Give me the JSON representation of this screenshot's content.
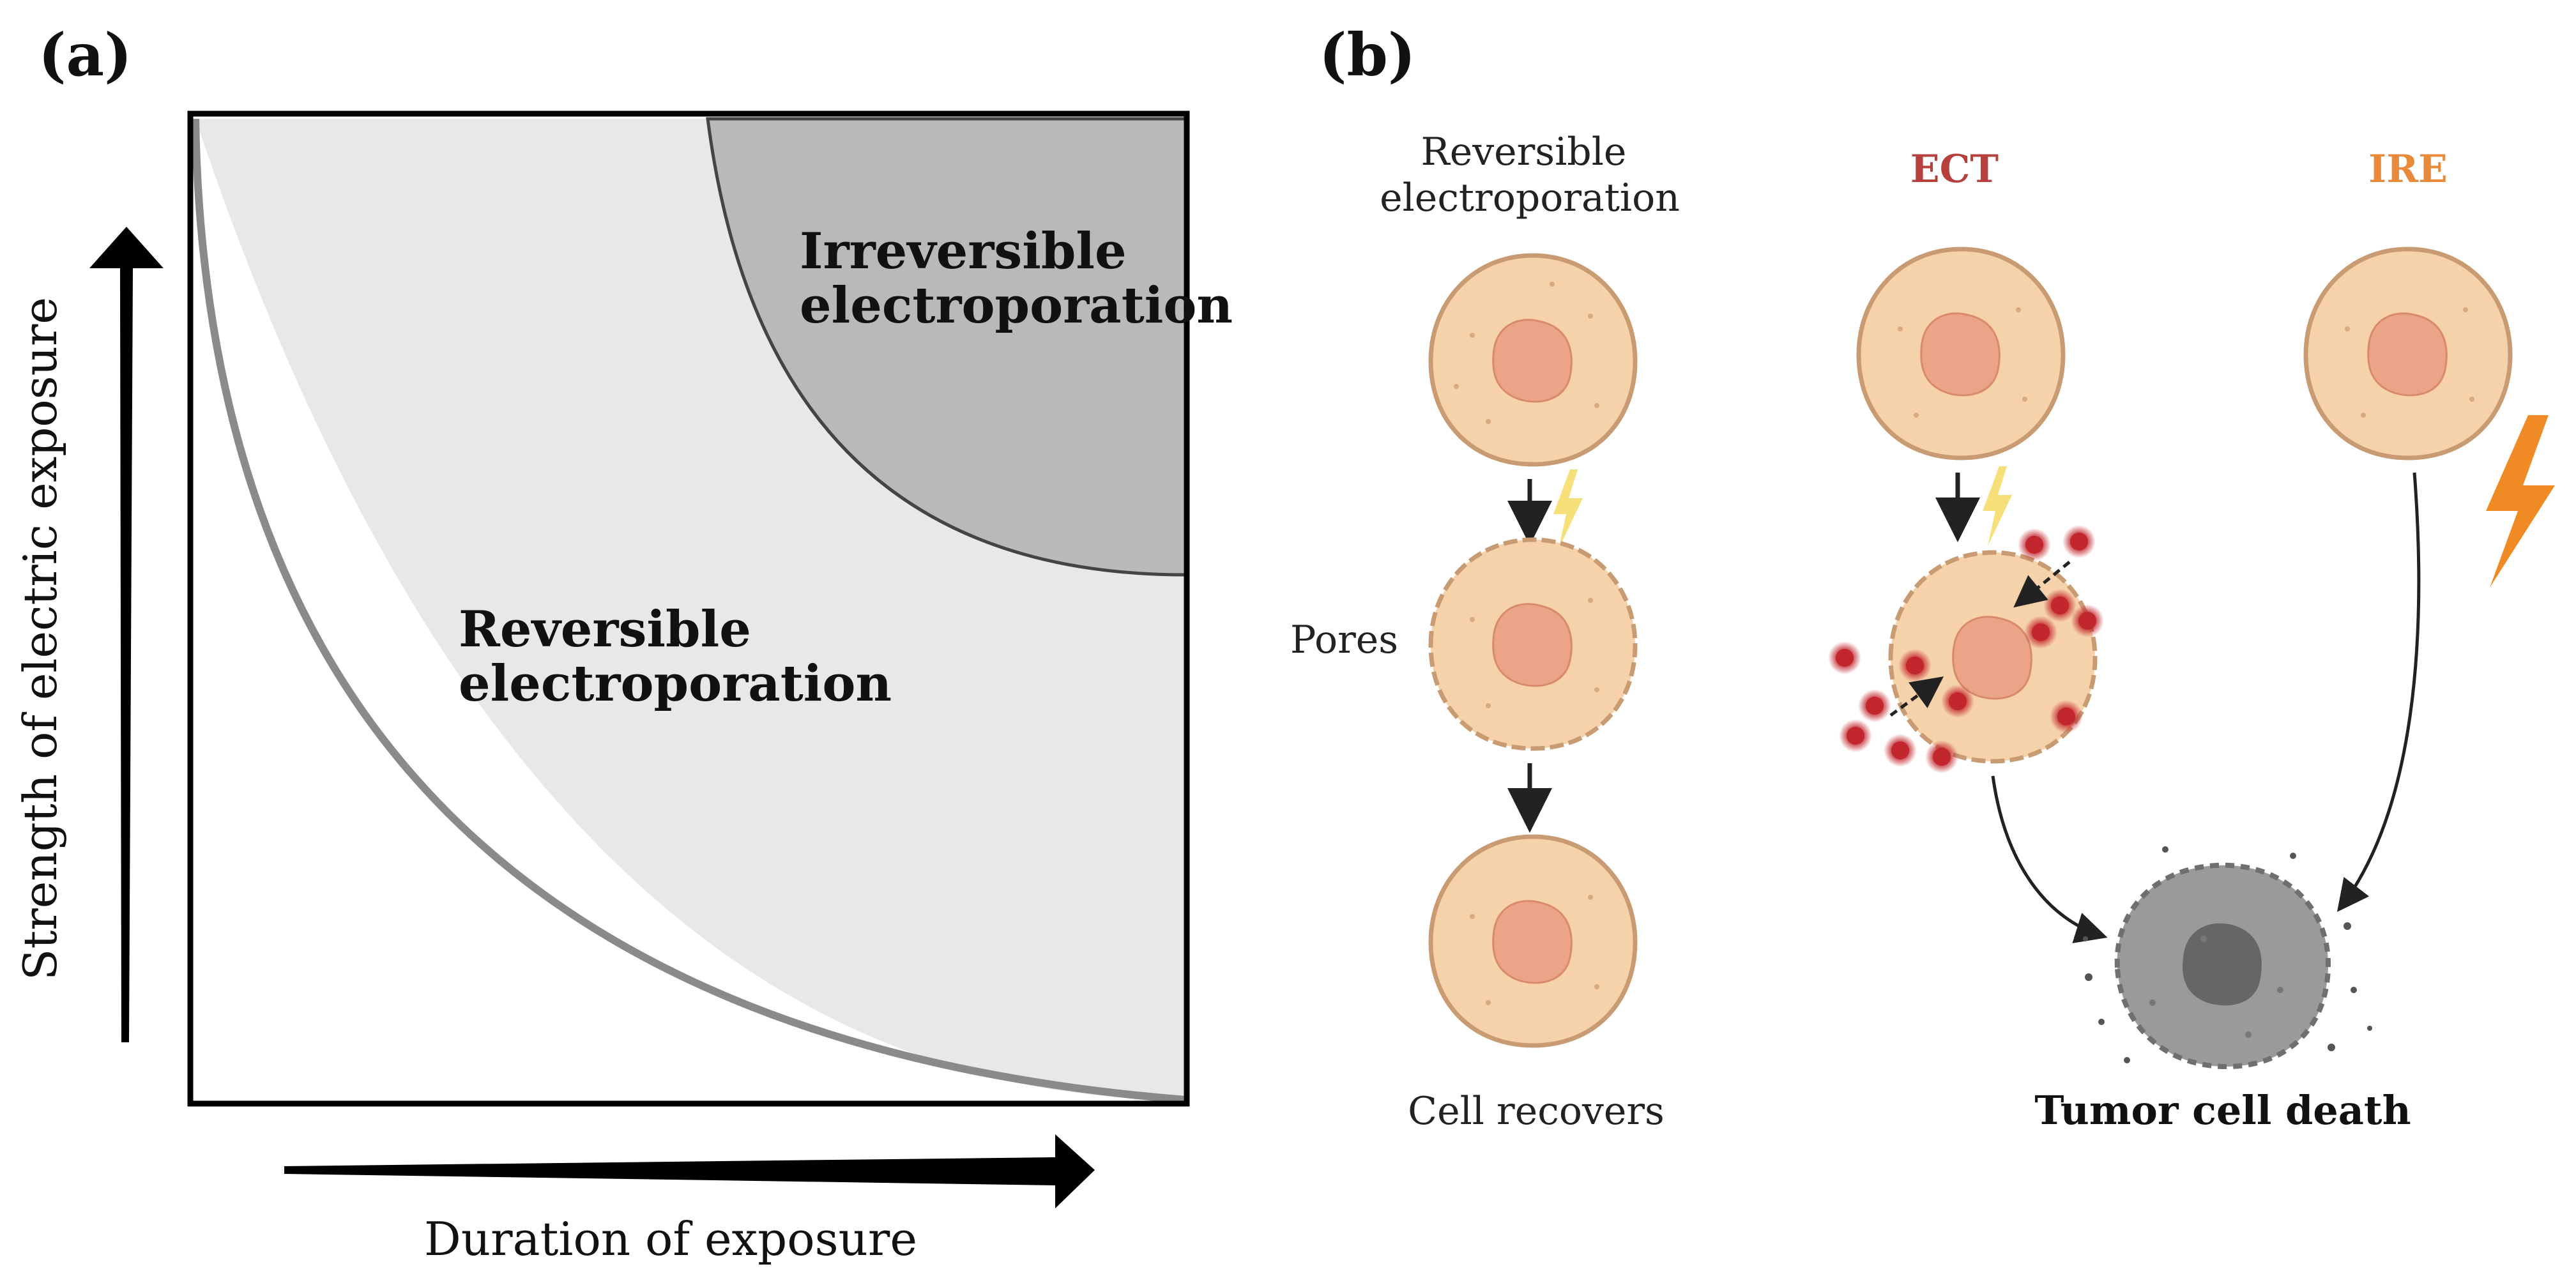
{
  "panel_a": {
    "label": "(a)",
    "region_irreversible": [
      "Irreversible",
      "electroporation"
    ],
    "region_reversible": [
      "Reversible",
      "electroporation"
    ],
    "y_axis_label": "Strength of  electric exposure",
    "x_axis_label": "Duration of exposure",
    "colors": {
      "outer": "#e8e8e8",
      "inner": "#b9b9b9",
      "frame": "#000000"
    }
  },
  "panel_b": {
    "label": "(b)",
    "col_reversible": [
      "Reversible",
      "electroporation"
    ],
    "col_ect": "ECT",
    "col_ire": "IRE",
    "label_pores": "Pores",
    "label_recovers": "Cell recovers",
    "label_death": "Tumor cell death",
    "colors": {
      "ect": "#b5403c",
      "ire": "#e98a3a",
      "cell_fill": "#f6d2ab",
      "cell_edge": "#c99b73",
      "nucleus": "#eba487",
      "drug": "#c2272d",
      "bolt_small": "#f7e07a",
      "bolt_large": "#f08a24",
      "dead_cell": "#9a9a9a",
      "dead_nucleus": "#666666"
    }
  }
}
